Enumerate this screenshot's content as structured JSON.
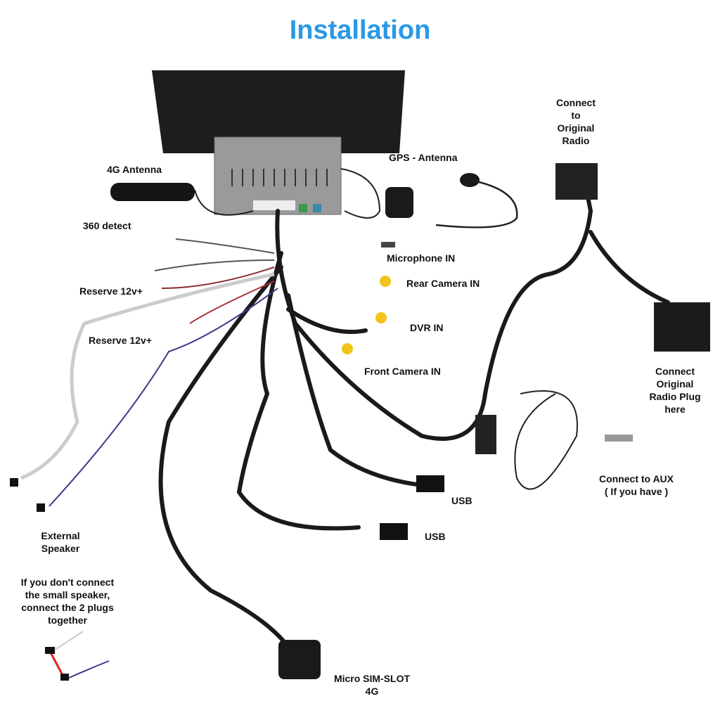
{
  "title": "Installation",
  "labels": {
    "connect_original_radio": [
      "Connect",
      "to",
      "Original",
      "Radio"
    ],
    "gps_antenna": "GPS - Antenna",
    "antenna_4g": "4G Antenna",
    "detect_360": "360 detect",
    "microphone_in": "Microphone IN",
    "rear_camera_in": "Rear Camera IN",
    "reserve_12v_1": "Reserve 12v+",
    "dvr_in": "DVR IN",
    "reserve_12v_2": "Reserve 12v+",
    "front_camera_in": "Front Camera IN",
    "connect_radio_plug": [
      "Connect",
      "Original",
      "Radio Plug",
      "here"
    ],
    "connect_aux": [
      "Connect to AUX",
      "( If you have )"
    ],
    "usb_1": "USB",
    "usb_2": "USB",
    "external_speaker": [
      "External",
      "Speaker"
    ],
    "speaker_note": [
      "If you don't connect",
      "the small speaker,",
      "connect the 2 plugs",
      "together"
    ],
    "sim_slot": [
      "Micro SIM-SLOT",
      "4G"
    ]
  },
  "colors": {
    "title": "#2a98e6",
    "rca": "#f2c318",
    "cable": "#1a1a1a"
  }
}
